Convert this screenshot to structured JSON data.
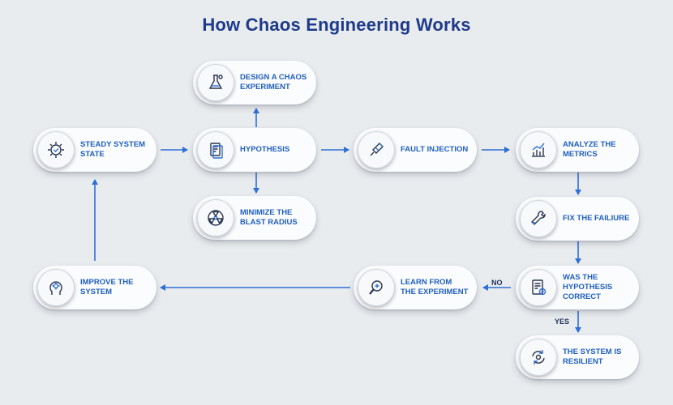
{
  "title": "How Chaos Engineering Works",
  "nodes": {
    "steady": {
      "label": "STEADY SYSTEM STATE",
      "icon": "gear-check-icon"
    },
    "design": {
      "label": "DESIGN A CHAOS EXPERIMENT",
      "icon": "flask-icon"
    },
    "hypothesis": {
      "label": "HYPOTHESIS",
      "icon": "document-icon"
    },
    "blast": {
      "label": "MINIMIZE THE BLAST RADIUS",
      "icon": "radiation-icon"
    },
    "fault": {
      "label": "FAULT INJECTION",
      "icon": "syringe-icon"
    },
    "analyze": {
      "label": "ANALYZE THE METRICS",
      "icon": "bar-chart-icon"
    },
    "fix": {
      "label": "FIX THE FAILIURE",
      "icon": "wrench-icon"
    },
    "was": {
      "label": "WAS THE HYPOTHESIS CORRECT",
      "icon": "checklist-icon"
    },
    "resilient": {
      "label": "THE SYSTEM IS RESILIENT",
      "icon": "refresh-gear-icon"
    },
    "learn": {
      "label": "LEARN FROM THE EXPERIMENT",
      "icon": "magnifier-icon"
    },
    "improve": {
      "label": "IMPROVE THE SYSTEM",
      "icon": "head-gear-icon"
    }
  },
  "branch_labels": {
    "no": "NO",
    "yes": "YES"
  },
  "colors": {
    "title": "#1e3a8a",
    "label": "#1f5fbf",
    "arrow": "#2f6fd6",
    "icon": "#2a3550"
  }
}
